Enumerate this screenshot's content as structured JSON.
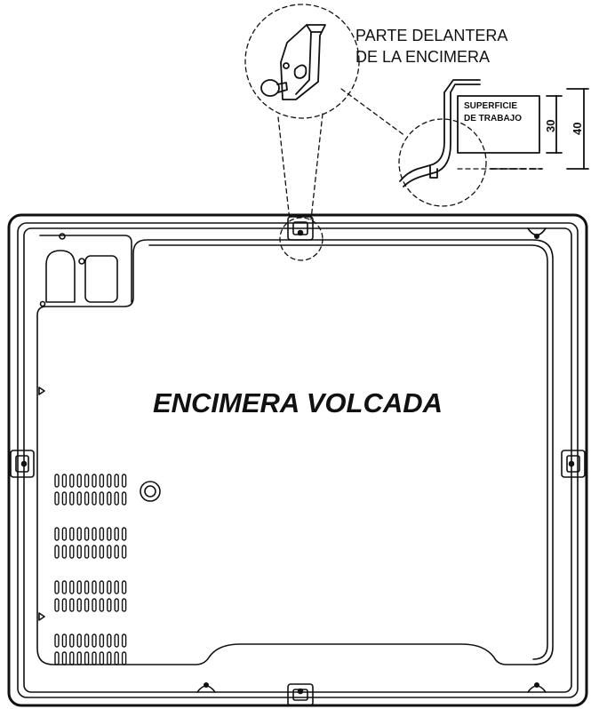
{
  "labels": {
    "front_line1": "PARTE DELANTERA",
    "front_line2": "DE LA ENCIMERA",
    "surface_line1": "SUPERFICIE",
    "surface_line2": "DE TRABAJO",
    "dim_inner": "30",
    "dim_outer": "40",
    "main_title": "ENCIMERA VOLCADA"
  },
  "vent_groups": 4,
  "slots_per_row": 10,
  "colors": {
    "line": "#111111",
    "background": "#ffffff"
  }
}
